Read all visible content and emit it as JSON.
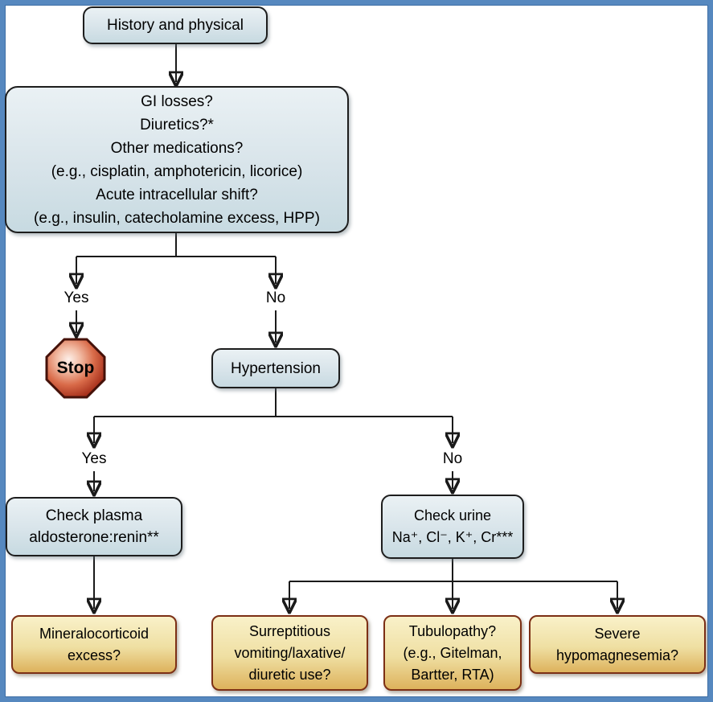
{
  "colors": {
    "frame_blue": "#5688bf",
    "frame_blue_dark": "#3f6fa6",
    "node_fill_top": "#eaf1f4",
    "node_fill_bottom": "#c7dae1",
    "node_border": "#1d1d1d",
    "outcome_fill_top": "#f9f1c9",
    "outcome_fill_bottom": "#ddb25c",
    "outcome_border": "#7c2f15",
    "stop_fill_light": "#fdf0ea",
    "stop_fill_dark": "#8f2313",
    "stop_border": "#451109",
    "arrow": "#1a1a1a"
  },
  "flowchart": {
    "history": "History and physical",
    "screening": {
      "lines": [
        "GI losses?",
        "Diuretics?*",
        "Other medications?",
        "(e.g., cisplatin, amphotericin, licorice)",
        "Acute intracellular shift?",
        "(e.g., insulin, catecholamine excess, HPP)"
      ]
    },
    "branch_screening": {
      "yes": "Yes",
      "no": "No"
    },
    "stop": "Stop",
    "hypertension": "Hypertension",
    "branch_hypertension": {
      "yes": "Yes",
      "no": "No"
    },
    "check_plasma": {
      "lines": [
        "Check plasma",
        "aldosterone:renin**"
      ]
    },
    "check_urine": {
      "lines": [
        "Check urine",
        "Na⁺, Cl⁻, K⁺, Cr***"
      ]
    },
    "outcomes": {
      "mineralocorticoid": {
        "lines": [
          "Mineralocorticoid",
          "excess?"
        ]
      },
      "surreptitious": {
        "lines": [
          "Surreptitious",
          "vomiting/laxative/",
          "diuretic use?"
        ]
      },
      "tubulopathy": {
        "lines": [
          "Tubulopathy?",
          "(e.g., Gitelman,",
          "Bartter, RTA)"
        ]
      },
      "hypomagnesemia": {
        "lines": [
          "Severe",
          "hypomagnesemia?"
        ]
      }
    }
  }
}
